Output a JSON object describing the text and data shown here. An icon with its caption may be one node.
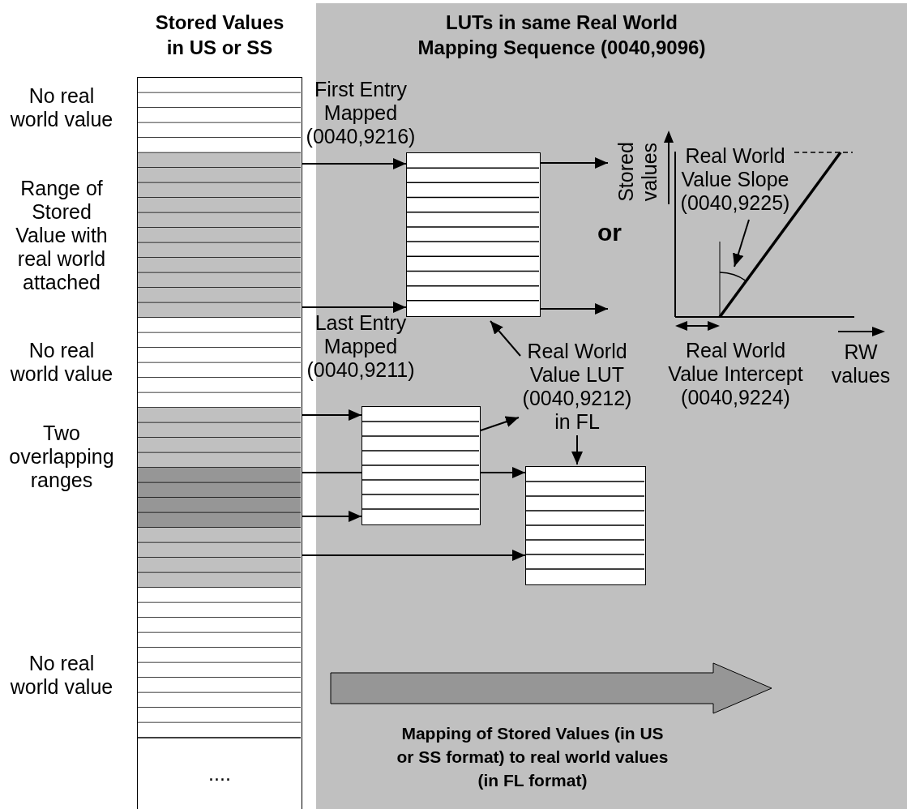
{
  "diagram": {
    "nodes": [
      {
        "text": [
          "Stored Values in US or SS",
          "...."
        ]
      },
      {
        "text": [
          "LUTs in same Real World Mapping Sequence (0040,9096)",
          "Mapping of Stored Values (in US or SS format) to real world values (in FL format)"
        ]
      },
      {
        "text": [],
        "shape": "box",
        "in": 1
      },
      {
        "text": [],
        "shape": "box",
        "in": 1
      },
      {
        "text": [],
        "shape": "box",
        "in": 1
      },
      {
        "text": [
          "Stored values"
        ],
        "in": 1
      },
      {
        "text": [
          "Real World Value Slope (0040,9225)"
        ],
        "in": 5
      },
      {
        "text": [
          "Real World Value LUT (0040,9212) in FL"
        ],
        "in": 1
      }
    ],
    "edges": [
      {
        "from": 0,
        "to": 2,
        "arrow": "to"
      },
      {
        "from": 0,
        "to": 2,
        "arrow": "to"
      },
      {
        "from": 2,
        "to": 5,
        "arrow": "to"
      },
      {
        "from": 2,
        "to": 5,
        "arrow": "to"
      },
      {
        "from": 0,
        "to": 3,
        "arrow": "to"
      },
      {
        "from": 0,
        "to": 3,
        "arrow": "none"
      },
      {
        "from": 3,
        "to": 4,
        "arrow": "to"
      },
      {
        "from": 0,
        "to": 3,
        "arrow": "to"
      },
      {
        "from": 0,
        "to": 4,
        "arrow": "to"
      },
      {
        "from": 7,
        "to": 2,
        "arrow": "to"
      },
      {
        "from": 7,
        "to": 4,
        "arrow": "to"
      },
      {
        "from": 3,
        "to": 7,
        "arrow": "to"
      },
      {
        "from": 6,
        "to": null,
        "arrow": "to"
      }
    ],
    "labels": [
      "No real world value",
      "First Entry Mapped (0040,9216)",
      "Range of Stored Value with real world attached",
      "or",
      "Last Entry Mapped (0040,9211)",
      "No real world value",
      "Real World Value Intercept (0040,9224)",
      "RW values",
      "Two overlapping ranges",
      "No real world value"
    ]
  }
}
